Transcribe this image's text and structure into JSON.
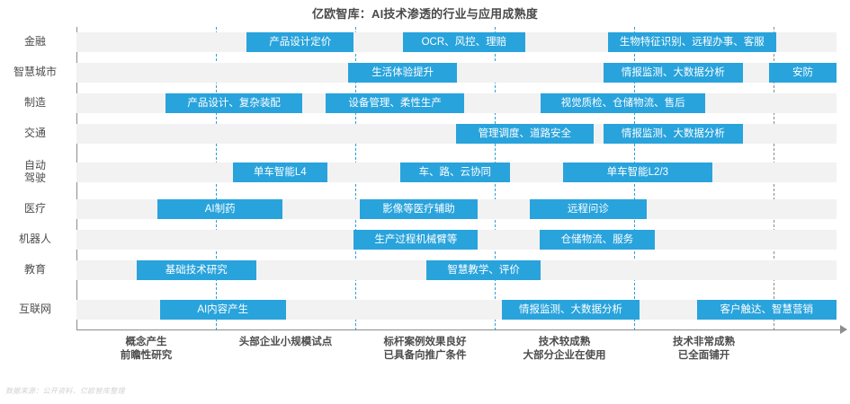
{
  "title": "亿欧智库：AI技术渗透的行业与应用成熟度",
  "source_note": "数据来源：公开资料、亿欧智库整理",
  "colors": {
    "bar": "#29a3dc",
    "track": "#f2f2f2",
    "divider": "#2f9fd6",
    "axis": "#8d8d8d",
    "title_text": "#4a4a4a",
    "label_text": "#4c4c4c",
    "bar_text": "#ffffff",
    "source_text": "#d2d2d2"
  },
  "chart_data": {
    "type": "bar",
    "title": "亿欧智库：AI技术渗透的行业与应用成熟度",
    "xlabel": "",
    "ylabel": "",
    "grid": false,
    "legend": "none",
    "x_axis_stages": [
      "概念产生\n前瞻性研究",
      "头部企业小规模试点",
      "标杆案例效果良好\n已具备向推广条件",
      "技术较成熟\n大部分企业在使用",
      "技术非常成熟\n已全面铺开"
    ],
    "stage_count": 5,
    "categories": [
      "金融",
      "智慧城市",
      "制造",
      "交通",
      "自动驾驶",
      "医疗",
      "机器人",
      "教育",
      "互联网"
    ],
    "series": [
      {
        "name": "金融",
        "items": [
          {
            "label": "产品设计定价",
            "start": 1.22,
            "end": 1.99
          },
          {
            "label": "OCR、风控、理赔",
            "start": 2.34,
            "end": 3.22
          },
          {
            "label": "生物特征识别、远程办事、客服",
            "start": 3.81,
            "end": 5.02
          }
        ]
      },
      {
        "name": "智慧城市",
        "items": [
          {
            "label": "生活体验提升",
            "start": 1.95,
            "end": 2.73
          },
          {
            "label": "情报监测、大数据分析",
            "start": 3.78,
            "end": 4.78
          },
          {
            "label": "安防",
            "start": 4.97,
            "end": 5.45
          }
        ]
      },
      {
        "name": "制造",
        "items": [
          {
            "label": "产品设计、复杂装配",
            "start": 0.64,
            "end": 1.62
          },
          {
            "label": "设备管理、柔性生产",
            "start": 1.79,
            "end": 2.78
          },
          {
            "label": "视觉质检、仓储物流、售后",
            "start": 3.33,
            "end": 4.51
          }
        ]
      },
      {
        "name": "交通",
        "items": [
          {
            "label": "管理调度、道路安全",
            "start": 2.72,
            "end": 3.71
          },
          {
            "label": "情报监测、大数据分析",
            "start": 3.78,
            "end": 4.78
          }
        ]
      },
      {
        "name": "自动驾驶",
        "items": [
          {
            "label": "单车智能L4",
            "start": 1.12,
            "end": 1.8
          },
          {
            "label": "车、路、云协同",
            "start": 2.32,
            "end": 3.11
          },
          {
            "label": "单车智能L2/3",
            "start": 3.49,
            "end": 4.56
          }
        ]
      },
      {
        "name": "医疗",
        "items": [
          {
            "label": "AI制药",
            "start": 0.58,
            "end": 1.48
          },
          {
            "label": "影像等医疗辅助",
            "start": 2.03,
            "end": 2.88
          },
          {
            "label": "远程问诊",
            "start": 3.25,
            "end": 4.09
          }
        ]
      },
      {
        "name": "机器人",
        "items": [
          {
            "label": "生产过程机械臂等",
            "start": 1.99,
            "end": 2.88
          },
          {
            "label": "仓储物流、服务",
            "start": 3.32,
            "end": 4.15
          }
        ]
      },
      {
        "name": "教育",
        "items": [
          {
            "label": "基础技术研究",
            "start": 0.43,
            "end": 1.29
          },
          {
            "label": "智慧教学、评价",
            "start": 2.51,
            "end": 3.33
          }
        ]
      },
      {
        "name": "互联网",
        "items": [
          {
            "label": "AI内容产生",
            "start": 0.6,
            "end": 1.5
          },
          {
            "label": "情报监测、大数据分析",
            "start": 3.05,
            "end": 4.04
          },
          {
            "label": "客户触达、智慧营销",
            "start": 4.45,
            "end": 5.45
          }
        ]
      }
    ]
  }
}
